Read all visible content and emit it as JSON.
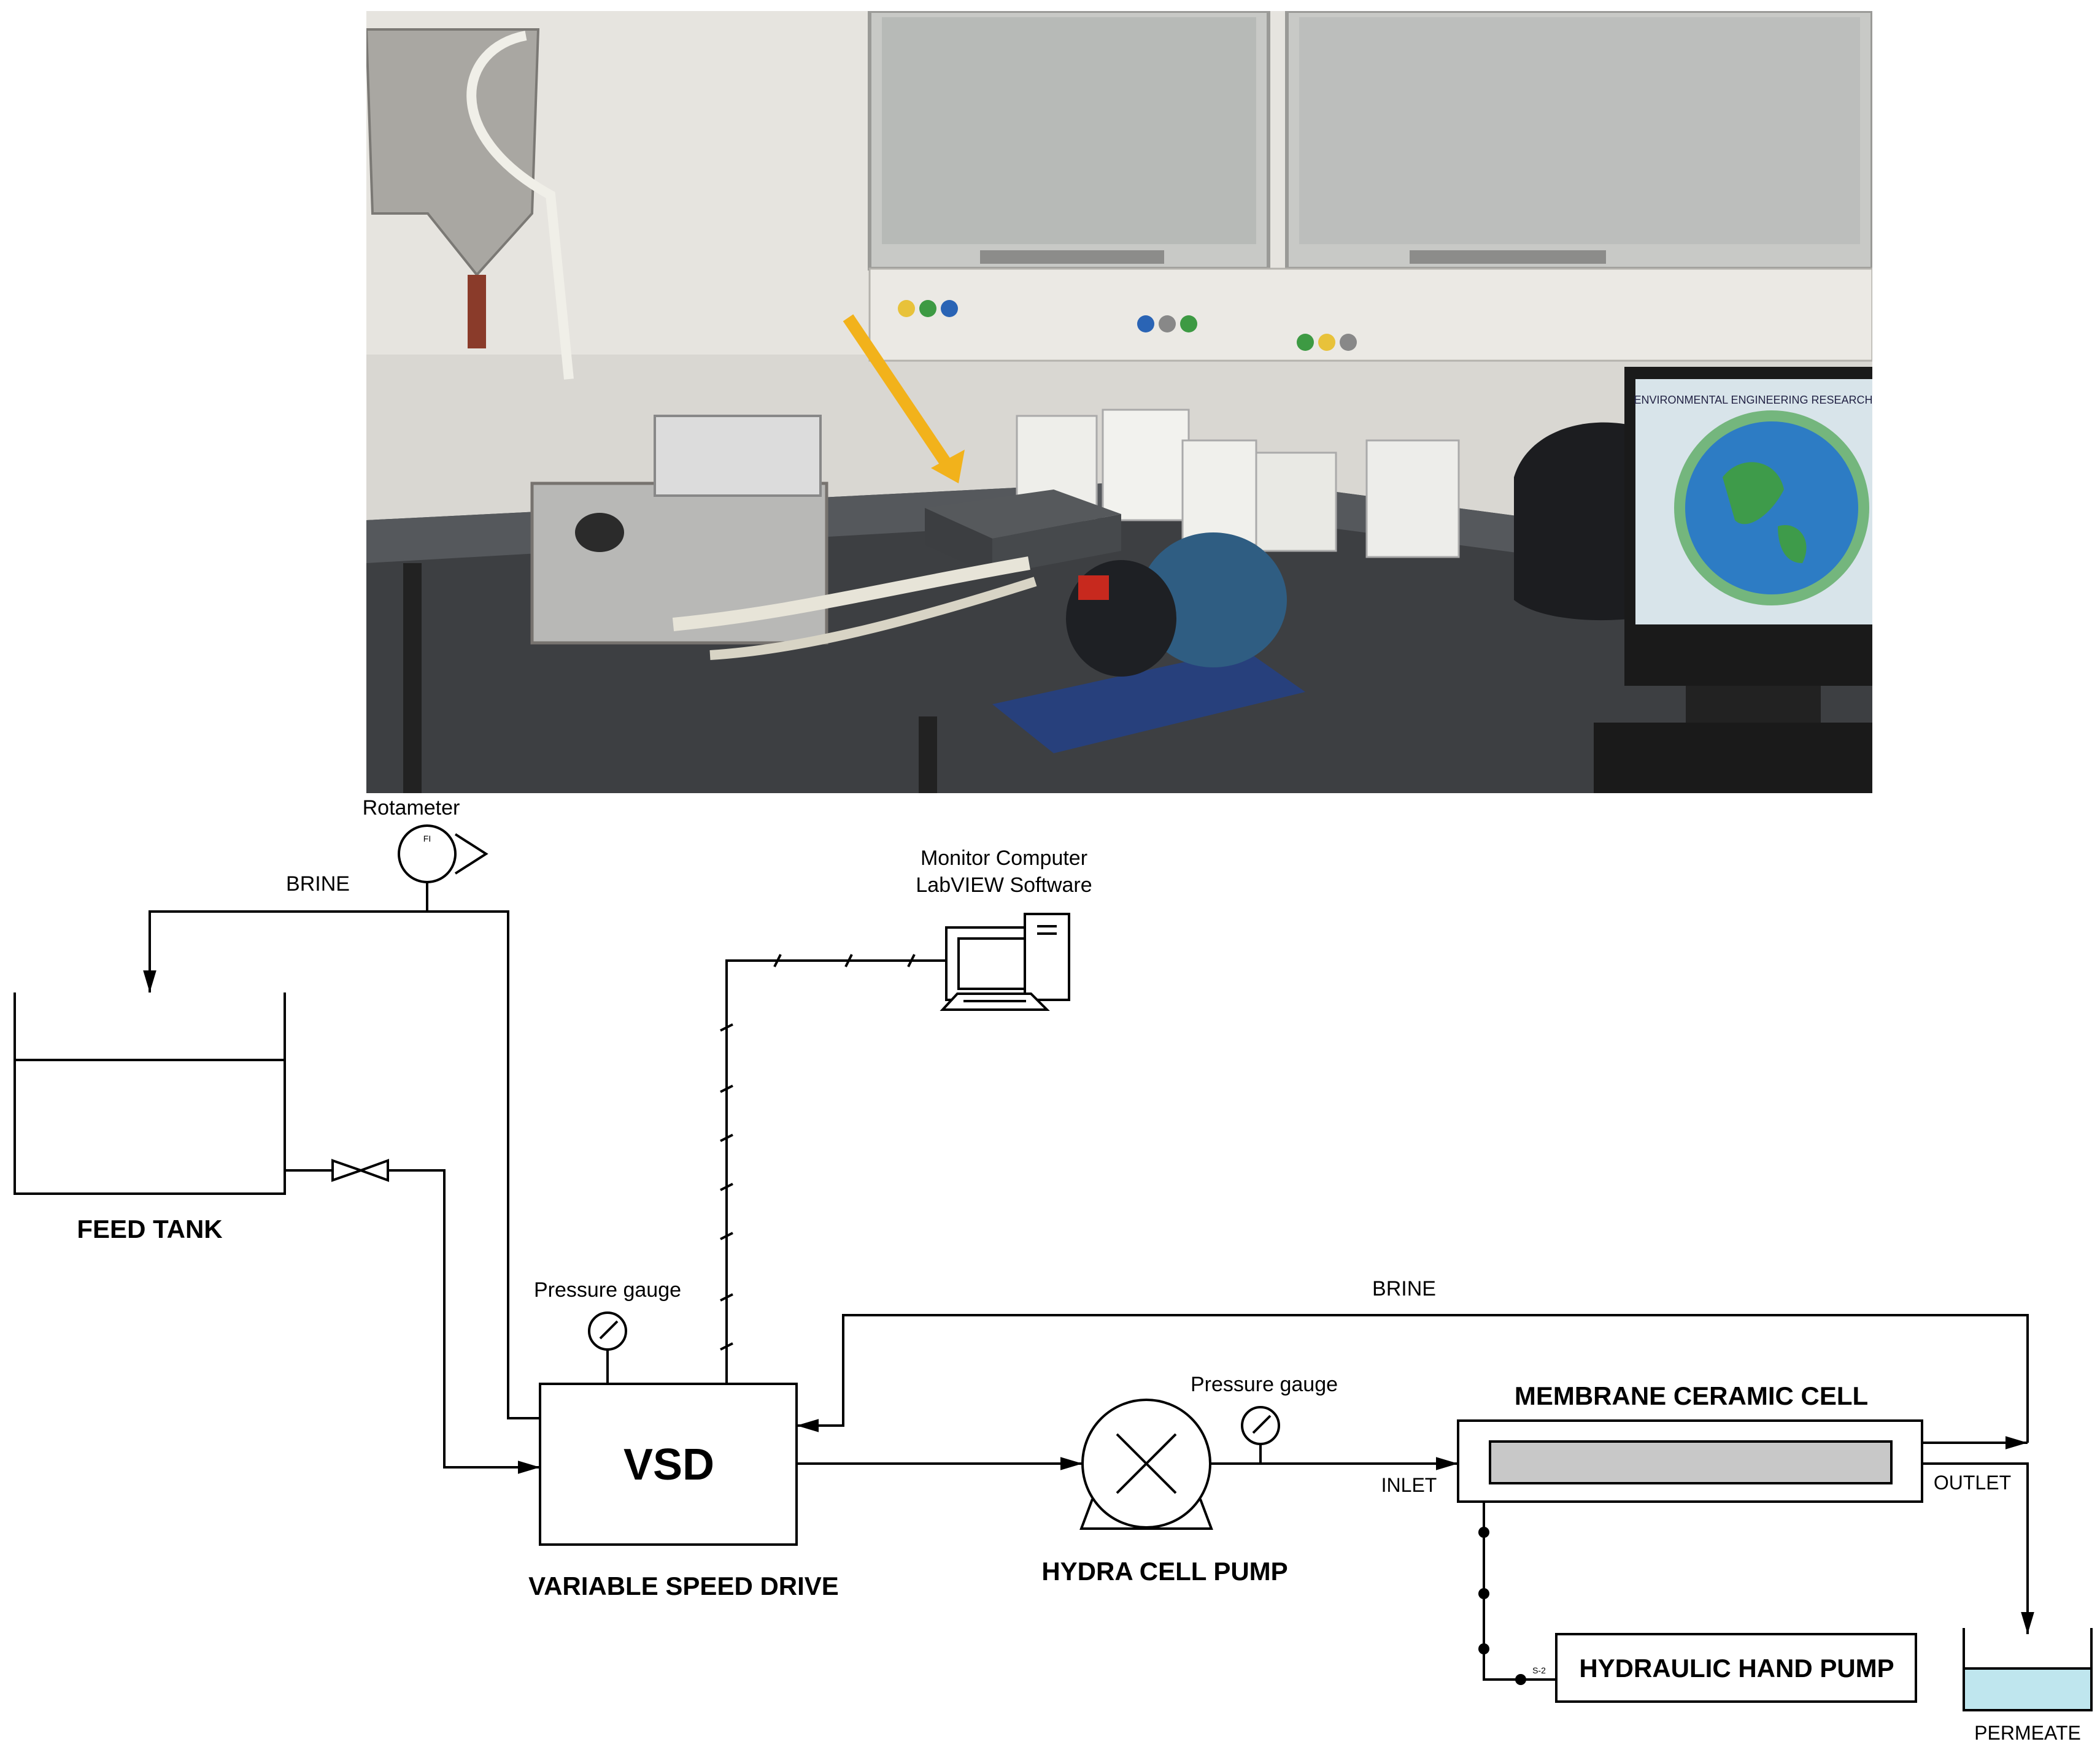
{
  "photo": {
    "screen_text": "ENVIRONMENTAL ENGINEERING RESEARCH",
    "accent_arrow_color": "#f2b21b"
  },
  "labels": {
    "rotameter": "Rotameter",
    "rotameter_tag": "FI",
    "brine_top": "BRINE",
    "monitor_line1": "Monitor Computer",
    "monitor_line2": "LabVIEW Software",
    "feed_tank": "FEED TANK",
    "pressure_gauge_vsd": "Pressure gauge",
    "brine_right": "BRINE",
    "vsd": "VSD",
    "variable_speed_drive": "VARIABLE SPEED DRIVE",
    "pressure_gauge_pump": "Pressure gauge",
    "hydra_cell_pump": "HYDRA CELL PUMP",
    "membrane_ceramic_cell": "MEMBRANE CERAMIC CELL",
    "inlet": "INLET",
    "outlet": "OUTLET",
    "hydraulic_hand_pump": "HYDRAULIC HAND PUMP",
    "hand_pump_tag": "S-2",
    "permeate": "PERMEATE"
  },
  "colors": {
    "line": "#000000",
    "membrane_fill": "#c8c8c8",
    "permeate_fill": "#bfe6ee"
  }
}
